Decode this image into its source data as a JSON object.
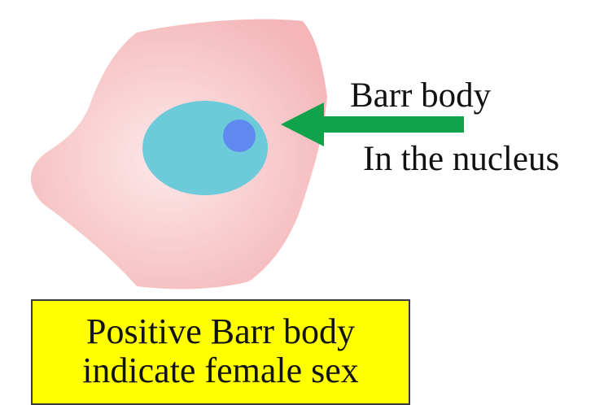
{
  "diagram": {
    "cell": {
      "cytoplasm_edge_color": "#f4b6b8",
      "cytoplasm_center_color": "#fde9ea",
      "nucleus_color": "#6ccad9",
      "barr_body_color": "#5f88f0"
    },
    "arrow": {
      "color": "#10a34c",
      "direction": "left"
    },
    "labels": {
      "barr_body": "Barr body",
      "location": "In the nucleus"
    },
    "callout": {
      "line1": "Positive Barr body",
      "line2": "indicate female sex",
      "background": "#ffff00"
    }
  }
}
